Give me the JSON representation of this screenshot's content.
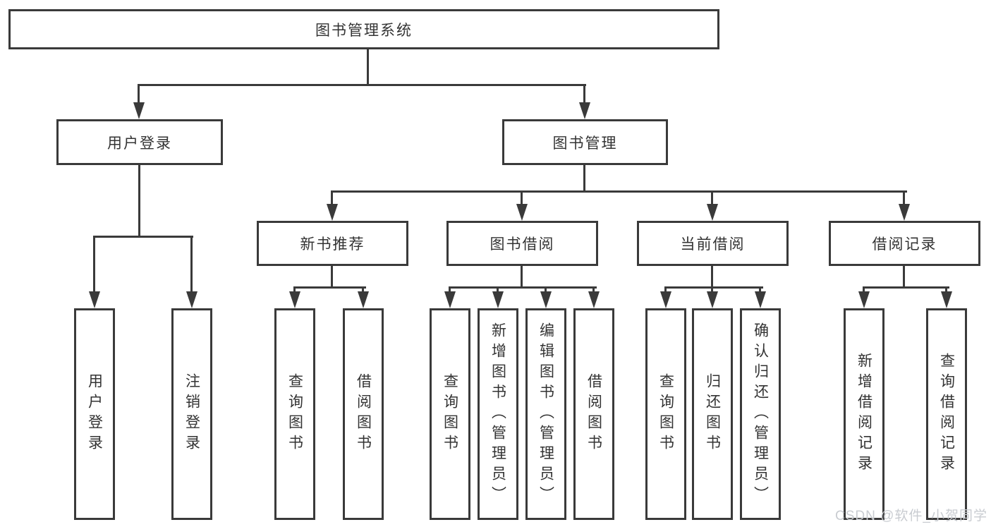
{
  "diagram": {
    "title": "图书管理系统",
    "root": {
      "label": "图书管理系统"
    },
    "branches": [
      {
        "label": "用户登录",
        "leaves": [
          {
            "label": "用户登录"
          },
          {
            "label": "注销登录"
          }
        ]
      },
      {
        "label": "图书管理",
        "groups": [
          {
            "label": "新书推荐",
            "leaves": [
              {
                "label": "查询图书"
              },
              {
                "label": "借阅图书"
              }
            ]
          },
          {
            "label": "图书借阅",
            "leaves": [
              {
                "label": "查询图书"
              },
              {
                "label": "新增图书（管理员）"
              },
              {
                "label": "编辑图书（管理员）"
              },
              {
                "label": "借阅图书"
              }
            ]
          },
          {
            "label": "当前借阅",
            "leaves": [
              {
                "label": "查询图书"
              },
              {
                "label": "归还图书"
              },
              {
                "label": "确认归还（管理员）"
              }
            ]
          },
          {
            "label": "借阅记录",
            "leaves": [
              {
                "label": "新增借阅记录"
              },
              {
                "label": "查询借阅记录"
              }
            ]
          }
        ]
      }
    ]
  },
  "watermark": {
    "text": "CSDN @软件_小贺同学"
  },
  "colors": {
    "line": "#3a3a3a",
    "box_border": "#3a3a3a",
    "text": "#333333",
    "background": "#ffffff",
    "watermark": "#c9ccd1"
  }
}
